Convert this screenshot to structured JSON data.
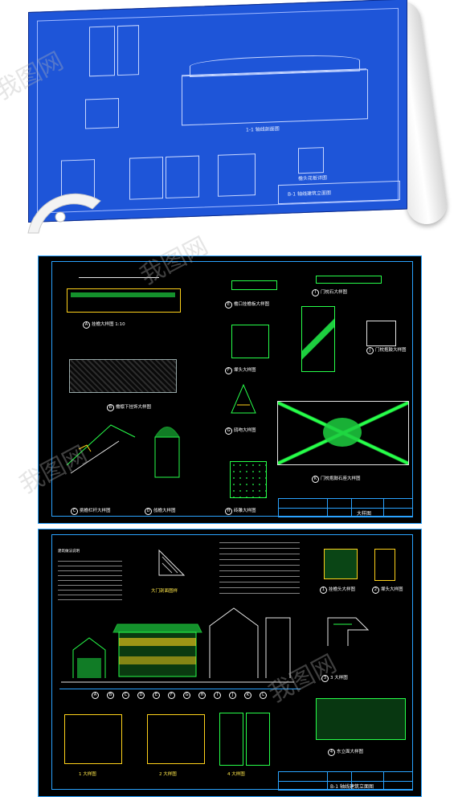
{
  "blueprint": {
    "titleblock": "B-1 轴线建筑立面图",
    "elevation_label": "1-1 轴线剖面图",
    "detail_label": "檐头花板详图"
  },
  "sheet1": {
    "captions": {
      "a": "挂檐大样图 1:10",
      "b": "檐檩下挂饰大样图",
      "c": "挑檐栏杆大样图",
      "d": "戗檐大样图",
      "e": "檐口挂檐板大样图",
      "f": "墀头大样图",
      "g": "鸱吻大样图",
      "h": "砖雕大样图",
      "i": "门枕石大样图",
      "j": "门枕抱鼓大样图",
      "k": "门枕抱鼓石座大样图"
    },
    "title_block": {
      "name": "大样图"
    }
  },
  "sheet2": {
    "notes_title": "建筑做法说明",
    "section_title": "大门剖面图样",
    "captions": {
      "a": "挂檐头大样图",
      "b": "1 大样图",
      "c": "2 大样图",
      "d": "墀头大样图",
      "e": "3 大样图",
      "f": "4 大样图",
      "g": "东立面大样图"
    },
    "grid": [
      "A",
      "B",
      "C",
      "D",
      "E",
      "F",
      "G",
      "H",
      "I",
      "J",
      "K",
      "L"
    ],
    "title_block": {
      "name": "B-1 轴线建筑立面图"
    }
  },
  "watermarks": [
    "我图网",
    "我图网",
    "我图网",
    "我图网"
  ]
}
